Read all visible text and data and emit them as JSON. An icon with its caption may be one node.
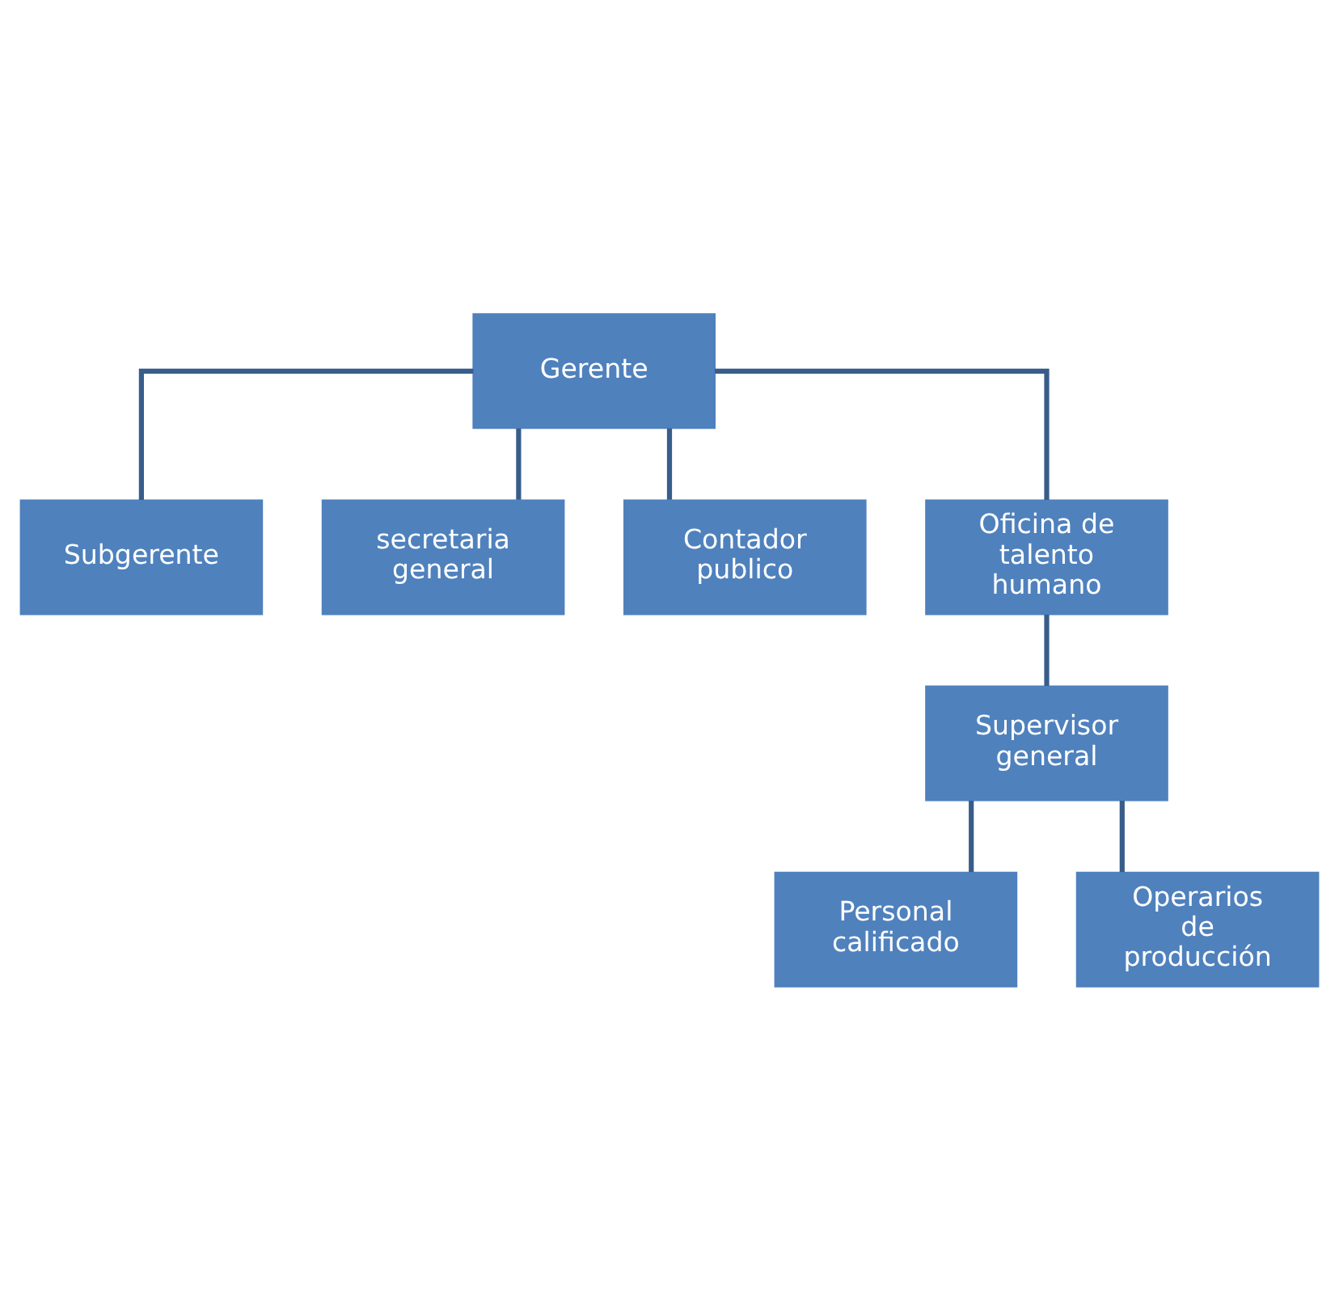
{
  "diagram": {
    "nodes": [
      {
        "text": [
          "Gerente"
        ]
      },
      {
        "text": [
          "Subgerente"
        ]
      },
      {
        "text": [
          "secretaria general"
        ]
      },
      {
        "text": [
          "Contador publico"
        ]
      },
      {
        "text": [
          "Oficina de talento humano"
        ]
      },
      {
        "text": [
          "Supervisor general"
        ]
      },
      {
        "text": [
          "Personal calificado"
        ]
      },
      {
        "text": [
          "Operarios de producción"
        ]
      }
    ],
    "edges": [
      {
        "from": 0,
        "to": 1,
        "arrow": "none"
      },
      {
        "from": 0,
        "to": 2,
        "arrow": "none"
      },
      {
        "from": 0,
        "to": 3,
        "arrow": "none"
      },
      {
        "from": 0,
        "to": 4,
        "arrow": "none"
      },
      {
        "from": 4,
        "to": 5,
        "arrow": "none"
      },
      {
        "from": 5,
        "to": 6,
        "arrow": "none"
      },
      {
        "from": 5,
        "to": 7,
        "arrow": "none"
      }
    ]
  }
}
